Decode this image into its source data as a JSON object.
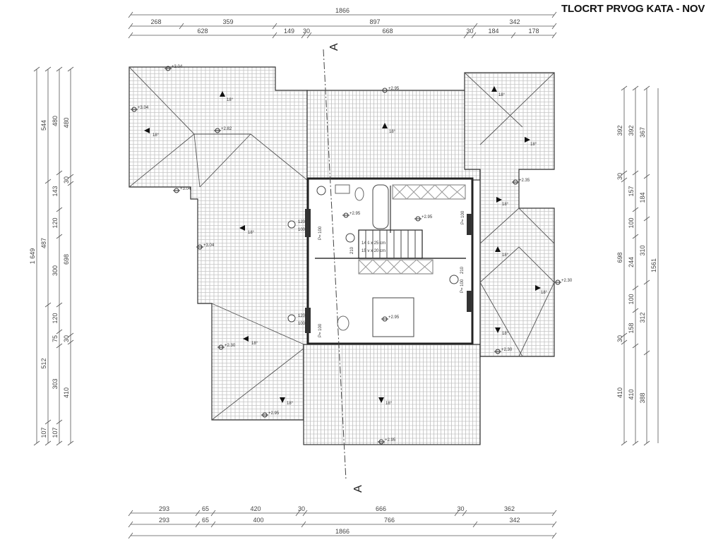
{
  "title": "TLOCRT PRVOG KATA - NOV",
  "section_marker": "A",
  "dimensions": {
    "top_total": "1866",
    "top_row2": [
      "268",
      "359",
      "897",
      "342"
    ],
    "top_row3": [
      "628",
      "149",
      "30",
      "668",
      "30",
      "184",
      "178"
    ],
    "bottom_row1": [
      "293",
      "65",
      "420",
      "30",
      "666",
      "30",
      "362"
    ],
    "bottom_row2": [
      "293",
      "65",
      "400",
      "766",
      "342"
    ],
    "bottom_total": "1866",
    "left_total": "1 649",
    "left_col2": [
      "544",
      "487",
      "512",
      "107"
    ],
    "left_col3": [
      "480",
      "143",
      "120",
      "300",
      "120",
      "75",
      "303",
      "107"
    ],
    "left_col4": [
      "480",
      "30",
      "698",
      "30",
      "410"
    ],
    "right_col1": [
      "392",
      "30",
      "698",
      "30",
      "410"
    ],
    "right_col2": [
      "392",
      "157",
      "100",
      "244",
      "100",
      "158",
      "410"
    ],
    "right_col3": [
      "367",
      "184",
      "310",
      "312",
      "388"
    ],
    "right_total": "1561"
  },
  "elevations": [
    "+3.04",
    "+3.04",
    "+2.82",
    "+3.04",
    "+3.04",
    "+2.95",
    "+2.95",
    "+2.95",
    "+2.95",
    "+2.35",
    "+2.30",
    "+2.30",
    "+2.30",
    "+2.95",
    "+2.95"
  ],
  "slope": "18°",
  "stairs": [
    "14 š x 25 cm",
    "15 v x 20 cm"
  ],
  "window_labels": [
    "120",
    "100",
    "P= 100",
    "210",
    "P= 100",
    "210",
    "P= 100",
    "120",
    "100",
    "P= 100"
  ]
}
